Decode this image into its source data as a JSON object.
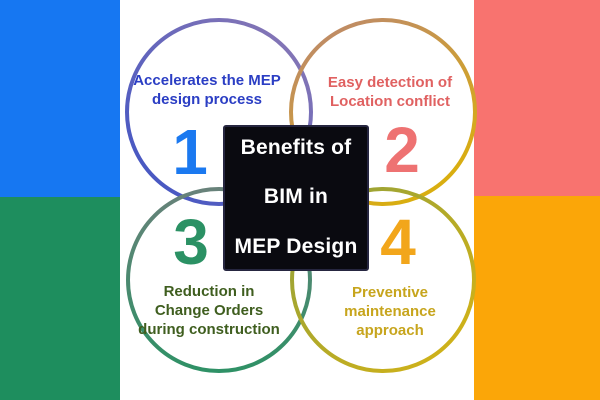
{
  "title": {
    "lines": [
      "Benefits of",
      "BIM in",
      "MEP Design"
    ],
    "bg": "#0a0a10",
    "text_color": "#ffffff"
  },
  "items": [
    {
      "number": "1",
      "label": "Accelerates the MEP\ndesign process",
      "text_color": "#2b3ec4",
      "number_color": "#1b79f0",
      "ring_from": "#3e53c5",
      "ring_to": "#8d7ab3"
    },
    {
      "number": "2",
      "label": "Easy detection of\nLocation conflict",
      "text_color": "#e06161",
      "number_color": "#ee7272",
      "ring_from": "#bb8672",
      "ring_to": "#d9ae10"
    },
    {
      "number": "3",
      "label": "Reduction in\nChange Orders\nduring construction",
      "text_color": "#3f5e1f",
      "number_color": "#2b9164",
      "ring_from": "#68827a",
      "ring_to": "#2f9166"
    },
    {
      "number": "4",
      "label": "Preventive\nmaintenance\napproach",
      "text_color": "#c7a51d",
      "number_color": "#f2a61b",
      "ring_from": "#8fa03c",
      "ring_to": "#d8b414"
    }
  ],
  "corner_blocks": {
    "top_left": "#1677f2",
    "top_right": "#f8736f",
    "bottom_left": "#1e8e5e",
    "bottom_right": "#fba608"
  }
}
